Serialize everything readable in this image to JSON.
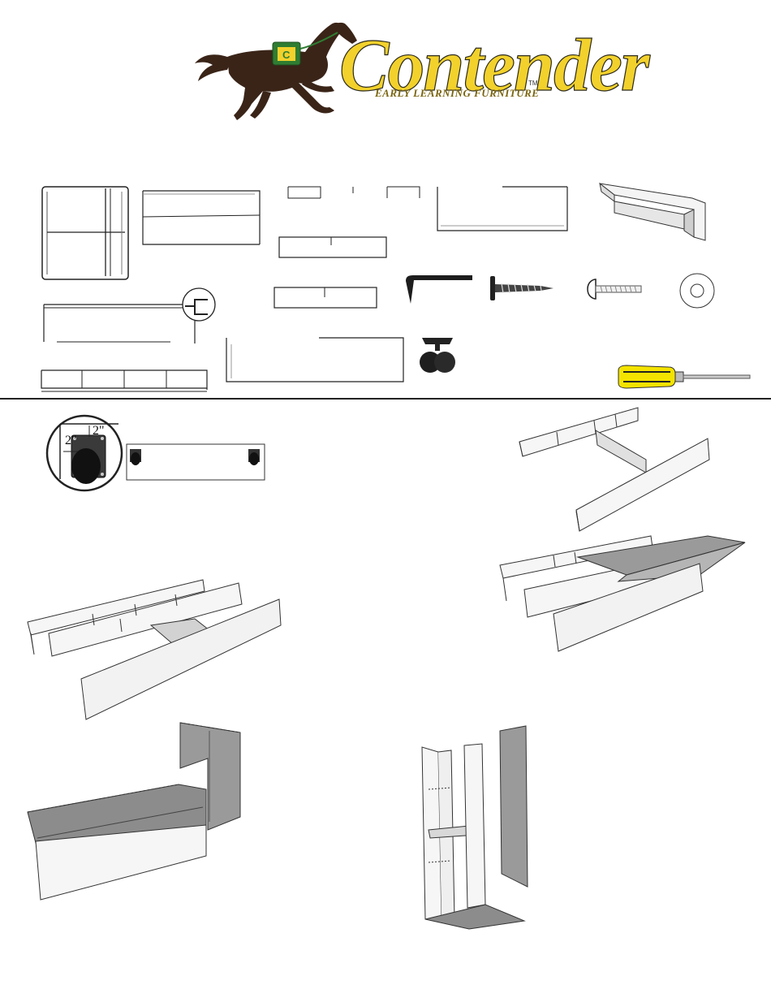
{
  "header": {
    "brand_name": "Contender",
    "trademark": "TM",
    "tagline": "EARLY LEARNING FURNITURE",
    "saddle_letter": "C"
  },
  "parts": {
    "callout": {
      "dim_horizontal": "2\"",
      "dim_vertical": "2\""
    }
  },
  "colors": {
    "brand_yellow": "#f2d12c",
    "horse_brown": "#3a2418",
    "saddle_green": "#2f7d32",
    "screwdriver_yellow": "#f4e300",
    "panel_gray": "#8c8c8c",
    "panel_light": "#f2f2f2"
  },
  "icons": [
    "horse-logo-icon",
    "allen-key-icon",
    "wood-screw-icon",
    "machine-bolt-icon",
    "washer-icon",
    "caster-wheel-icon",
    "screwdriver-icon"
  ]
}
